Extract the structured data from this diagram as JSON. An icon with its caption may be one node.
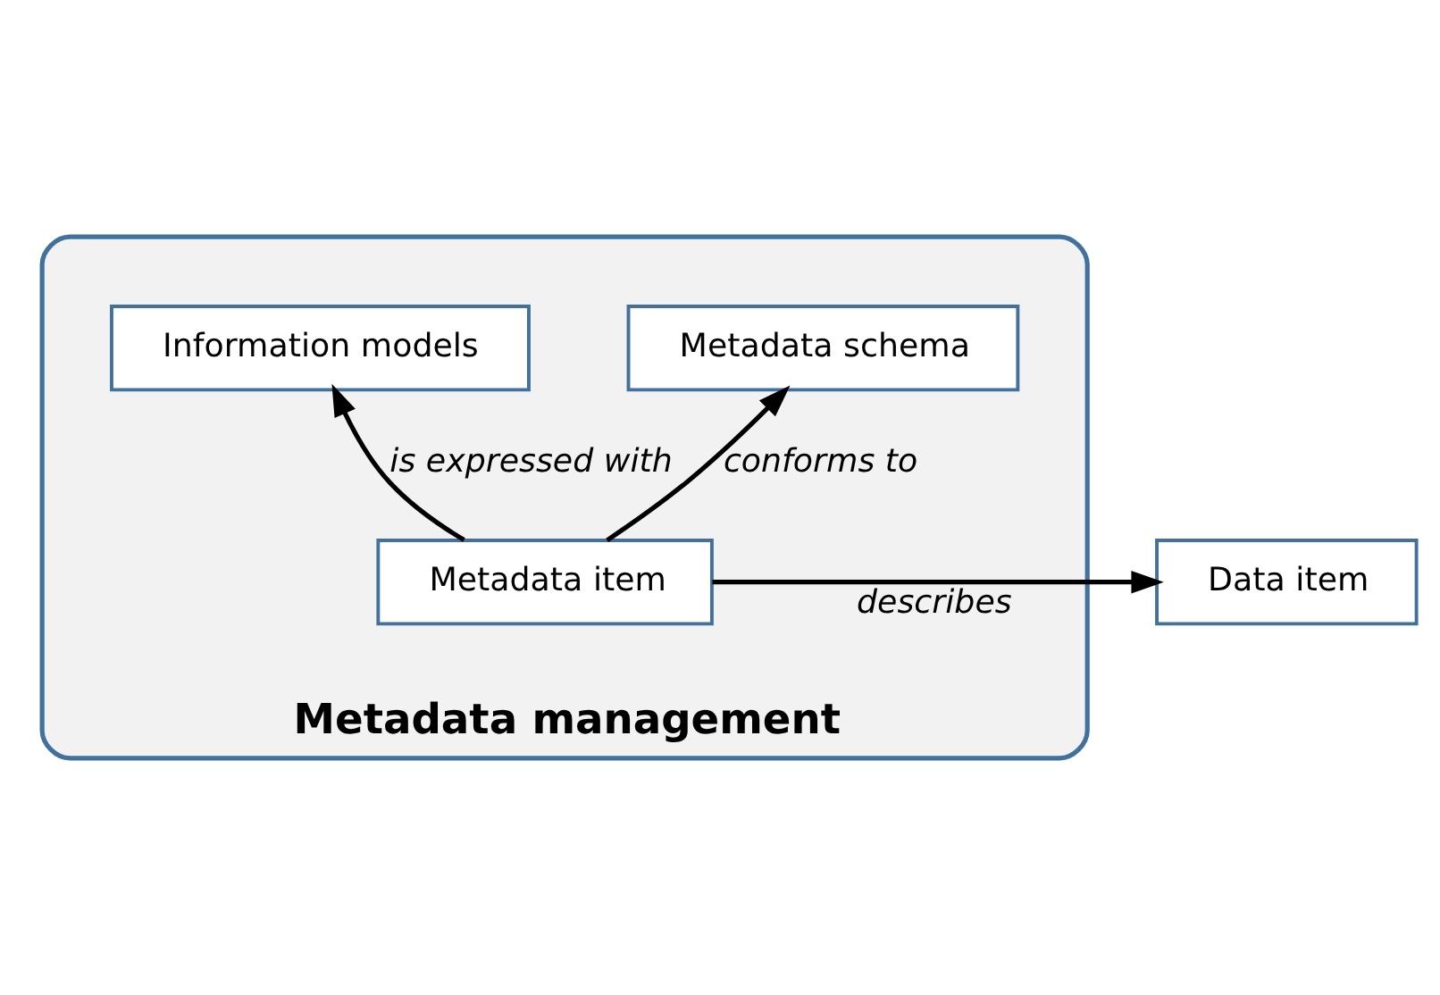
{
  "diagram": {
    "nodes": [
      {
        "text": [
          "Metadata management"
        ]
      },
      {
        "text": [
          "Information models"
        ],
        "in": 0
      },
      {
        "text": [
          "Metadata schema"
        ],
        "in": 0
      },
      {
        "text": [
          "Metadata item"
        ],
        "in": 0
      },
      {
        "text": [
          "Data item"
        ]
      }
    ],
    "edges": [
      {
        "from": 3,
        "to": 1,
        "arrow": "to",
        "label": "is expressed with"
      },
      {
        "from": 3,
        "to": 2,
        "arrow": "to",
        "label": "conforms to"
      },
      {
        "from": 3,
        "to": 4,
        "arrow": "to",
        "label": "describes"
      }
    ]
  }
}
